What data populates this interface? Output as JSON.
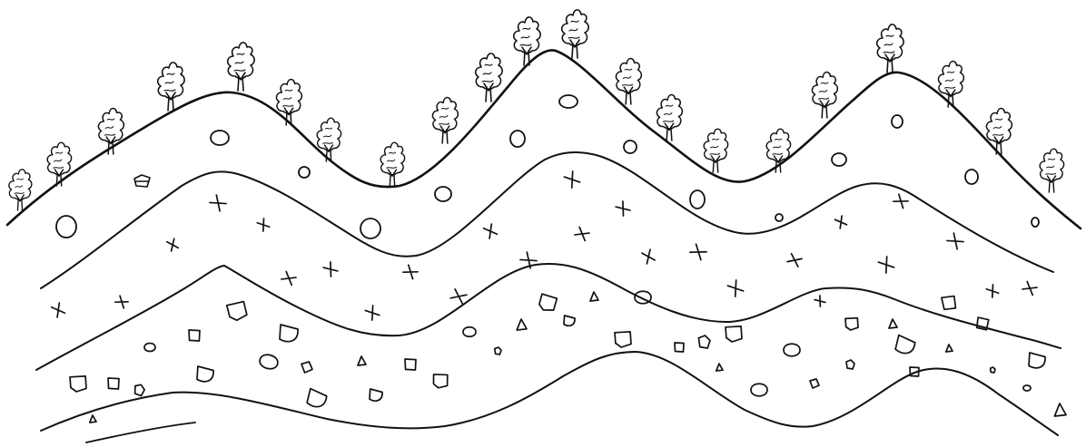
{
  "diagram": {
    "kind": "folded rock strata cross-section (sketch)",
    "ink_color": "#111111",
    "background_color": "#ffffff",
    "surface_cover": "tree-icon",
    "layers": [
      {
        "order": 1,
        "fill_symbol": "circle-symbol"
      },
      {
        "order": 2,
        "fill_symbol": "cross-symbol"
      },
      {
        "order": 3,
        "fill_symbol": "pebble-symbol"
      },
      {
        "order": 4,
        "fill_symbol": "none"
      }
    ]
  }
}
